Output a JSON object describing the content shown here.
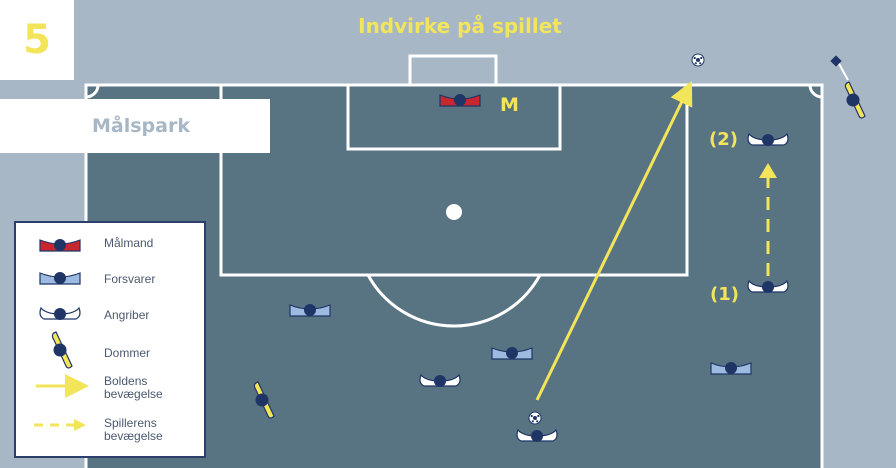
{
  "page_number": "5",
  "title": "Indvirke på spillet",
  "tag": "Målspark",
  "labels": {
    "goalkeeper": "M",
    "position_1": "(1)",
    "position_2": "(2)"
  },
  "legend": [
    {
      "label": "Målmand",
      "icon": "goalkeeper-icon"
    },
    {
      "label": "Forsvarer",
      "icon": "defender-icon"
    },
    {
      "label": "Angriber",
      "icon": "attacker-icon"
    },
    {
      "label": "Dommer",
      "icon": "referee-icon"
    },
    {
      "label": "Boldens bevægelse",
      "icon": "ball-movement-arrow"
    },
    {
      "label": "Spillerens bevægelse",
      "icon": "player-movement-arrow"
    }
  ],
  "colors": {
    "pitch": "#587382",
    "border": "#a7b7c5",
    "highlight": "#f3e55a",
    "player_dark": "#1f3566",
    "goalkeeper": "#c8272f",
    "defender": "#9dbbe0",
    "attacker": "#ffffff"
  }
}
